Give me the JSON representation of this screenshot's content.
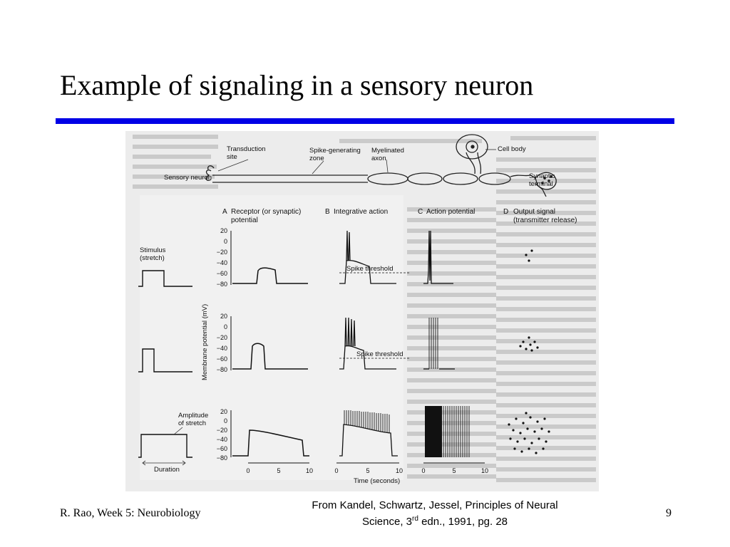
{
  "slide": {
    "title": "Example of signaling in a sensory neuron",
    "accent_color": "#0000e6"
  },
  "footer": {
    "left": "R. Rao, Week 5: Neurobiology",
    "citation_line1": "From Kandel, Schwartz, Jessel, Principles of Neural",
    "citation_line2_pre": "Science, 3",
    "citation_sup": "rd",
    "citation_line2_post": " edn., 1991, pg. 28",
    "page": "9"
  },
  "figure": {
    "neuron_labels": {
      "transduction_site": [
        "Transduction",
        "site"
      ],
      "spike_zone": [
        "Spike-generating",
        "zone"
      ],
      "myelinated_axon": [
        "Myelinated",
        "axon"
      ],
      "cell_body": "Cell body",
      "synaptic_terminal": [
        "Synaptic",
        "terminal"
      ],
      "sensory_neuron": "Sensory neuron"
    },
    "columns": [
      {
        "letter": "A",
        "lines": [
          "Receptor (or synaptic)",
          "potential"
        ]
      },
      {
        "letter": "B",
        "lines": [
          "Integrative action"
        ]
      },
      {
        "letter": "C",
        "lines": [
          "Action potential"
        ]
      },
      {
        "letter": "D",
        "lines": [
          "Output signal",
          "(transmitter release)"
        ]
      }
    ],
    "stimulus_label": [
      "Stimulus",
      "(stretch)"
    ],
    "amplitude_label": [
      "Amplitude",
      "of stretch"
    ],
    "duration_label": "Duration",
    "spike_threshold": "Spike threshold",
    "y_axis_label": "Membrane potential (mV)",
    "y_ticks": [
      "20",
      "0",
      "−20",
      "−40",
      "−60",
      "−80"
    ],
    "x_ticks": [
      "0",
      "5",
      "10"
    ],
    "x_axis_label": "Time (seconds)"
  }
}
